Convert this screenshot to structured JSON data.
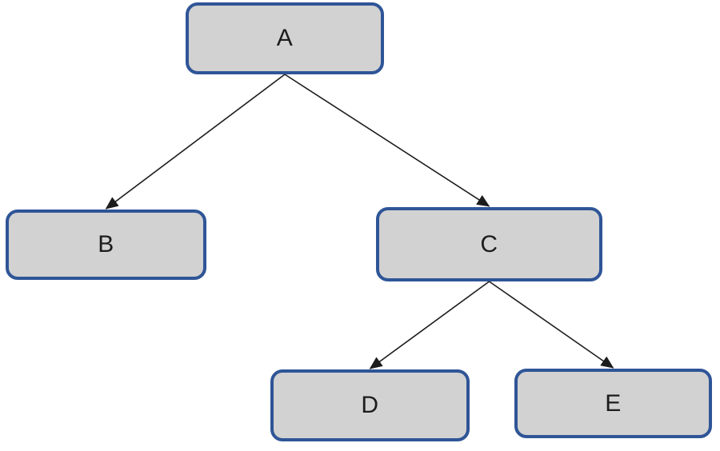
{
  "diagram": {
    "type": "tree",
    "description": "Binary tree diagram with root A, children B and C, and C's children D and E",
    "nodes": {
      "A": {
        "label": "A"
      },
      "B": {
        "label": "B"
      },
      "C": {
        "label": "C"
      },
      "D": {
        "label": "D"
      },
      "E": {
        "label": "E"
      }
    },
    "edges": [
      {
        "from": "A",
        "to": "B"
      },
      {
        "from": "A",
        "to": "C"
      },
      {
        "from": "C",
        "to": "D"
      },
      {
        "from": "C",
        "to": "E"
      }
    ],
    "colors": {
      "node_fill": "#d2d2d2",
      "node_border": "#2f5597",
      "edge": "#1c1c1c",
      "background": "#ffffff"
    }
  }
}
